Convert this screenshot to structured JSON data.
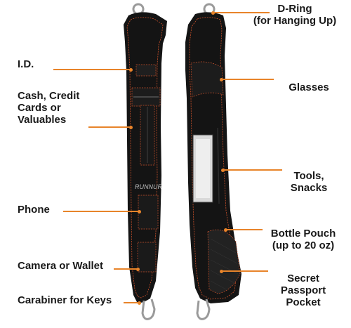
{
  "colors": {
    "leader_line": "#e8842a",
    "strap_body": "#141414",
    "stitching": "#c8502a"
  },
  "brand_mark": "RUNNUR",
  "left_labels": [
    {
      "text": "I.D."
    },
    {
      "text": "Cash, Credit\nCards or\nValuables"
    },
    {
      "text": "Phone"
    },
    {
      "text": "Camera or Wallet"
    },
    {
      "text": "Carabiner for Keys"
    }
  ],
  "right_labels": [
    {
      "text": "D-Ring\n(for Hanging Up)"
    },
    {
      "text": "Glasses"
    },
    {
      "text": "Tools,\nSnacks"
    },
    {
      "text": "Bottle Pouch\n(up to 20 oz)"
    },
    {
      "text": "Secret\nPassport\nPocket"
    }
  ]
}
